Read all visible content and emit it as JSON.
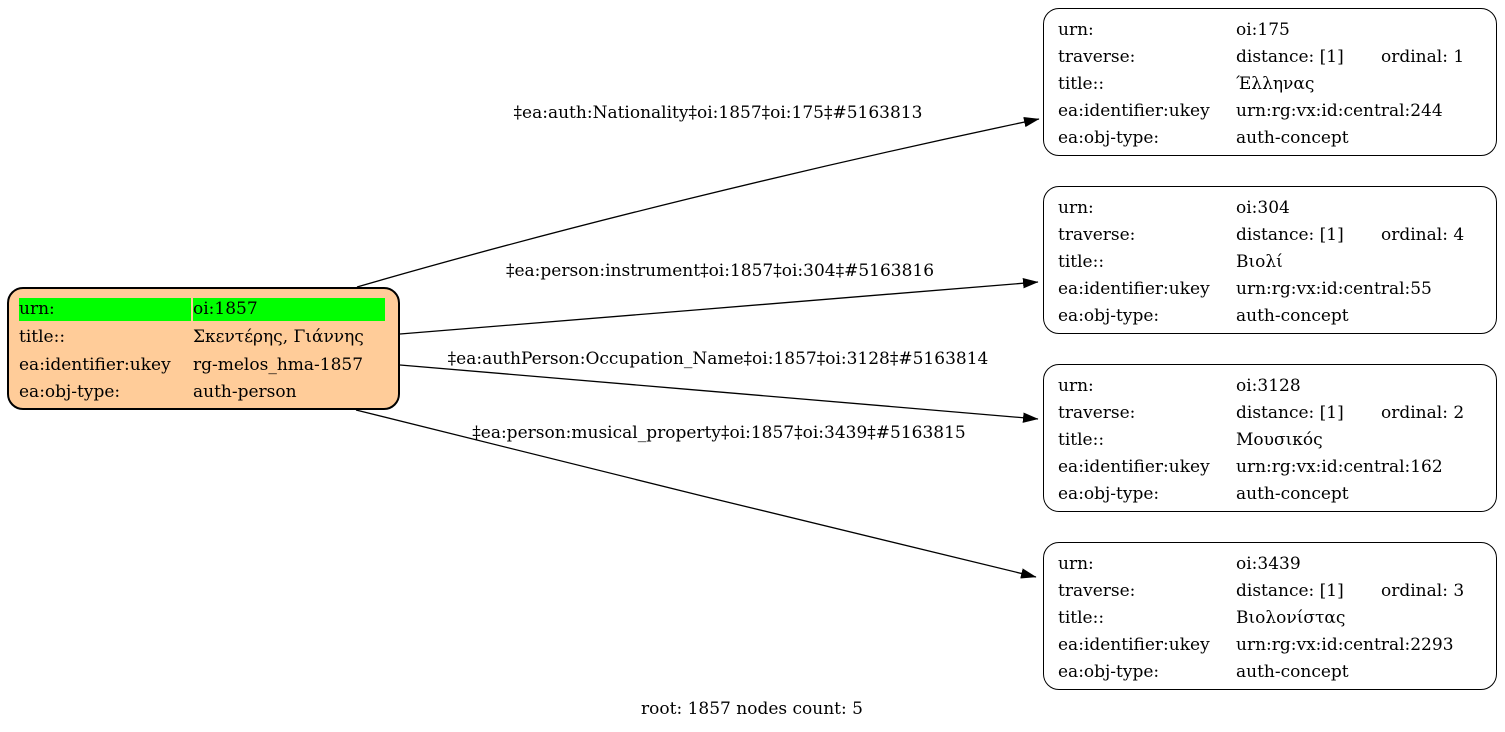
{
  "caption": "root: 1857 nodes count: 5",
  "colors": {
    "background": "#ffffff",
    "root_node_fill": "#ffcc99",
    "highlight_row_fill": "#00ff00",
    "concept_node_fill": "#ffffff",
    "stroke": "#000000"
  },
  "root": {
    "urn_label": "urn:",
    "urn_value": "oi:1857",
    "title_label": "title::",
    "title_value": "Σκεντέρης, Γιάννης",
    "ukey_label": "ea:identifier:ukey",
    "ukey_value": "rg-melos_hma-1857",
    "objtype_label": "ea:obj-type:",
    "objtype_value": "auth-person"
  },
  "edges": [
    {
      "label": "‡ea:auth:Nationality‡oi:1857‡oi:175‡#5163813"
    },
    {
      "label": "‡ea:person:instrument‡oi:1857‡oi:304‡#5163816"
    },
    {
      "label": "‡ea:authPerson:Occupation_Name‡oi:1857‡oi:3128‡#5163814"
    },
    {
      "label": "‡ea:person:musical_property‡oi:1857‡oi:3439‡#5163815"
    }
  ],
  "nodes": [
    {
      "urn_label": "urn:",
      "urn_value": "oi:175",
      "traverse_label": "traverse:",
      "distance": "distance: [1]",
      "ordinal": "ordinal: 1",
      "title_label": "title::",
      "title_value": "Έλληνας",
      "ukey_label": "ea:identifier:ukey",
      "ukey_value": "urn:rg:vx:id:central:244",
      "objtype_label": "ea:obj-type:",
      "objtype_value": "auth-concept"
    },
    {
      "urn_label": "urn:",
      "urn_value": "oi:304",
      "traverse_label": "traverse:",
      "distance": "distance: [1]",
      "ordinal": "ordinal: 4",
      "title_label": "title::",
      "title_value": "Βιολί",
      "ukey_label": "ea:identifier:ukey",
      "ukey_value": "urn:rg:vx:id:central:55",
      "objtype_label": "ea:obj-type:",
      "objtype_value": "auth-concept"
    },
    {
      "urn_label": "urn:",
      "urn_value": "oi:3128",
      "traverse_label": "traverse:",
      "distance": "distance: [1]",
      "ordinal": "ordinal: 2",
      "title_label": "title::",
      "title_value": "Μουσικός",
      "ukey_label": "ea:identifier:ukey",
      "ukey_value": "urn:rg:vx:id:central:162",
      "objtype_label": "ea:obj-type:",
      "objtype_value": "auth-concept"
    },
    {
      "urn_label": "urn:",
      "urn_value": "oi:3439",
      "traverse_label": "traverse:",
      "distance": "distance: [1]",
      "ordinal": "ordinal: 3",
      "title_label": "title::",
      "title_value": "Βιολονίστας",
      "ukey_label": "ea:identifier:ukey",
      "ukey_value": "urn:rg:vx:id:central:2293",
      "objtype_label": "ea:obj-type:",
      "objtype_value": "auth-concept"
    }
  ]
}
